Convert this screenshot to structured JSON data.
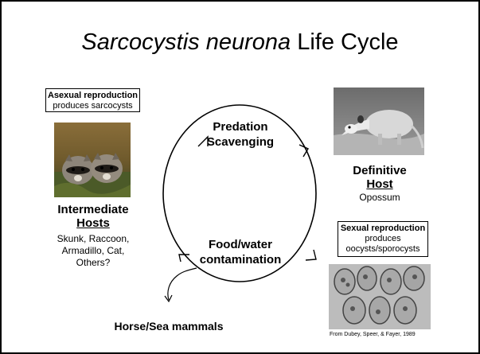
{
  "title": {
    "italic": "Sarcocystis neurona",
    "rest": " Life Cycle"
  },
  "asexual_box": {
    "heading": "Asexual reproduction",
    "text": "produces sarcocysts"
  },
  "intermediate": {
    "line1": "Intermediate",
    "line2": "Hosts",
    "hosts": [
      "Skunk, Raccoon,",
      "Armadillo, Cat,",
      "Others?"
    ]
  },
  "cycle": {
    "top_line1": "Predation",
    "top_line2": "Scavenging",
    "bottom_line1": "Food/water",
    "bottom_line2": "contamination"
  },
  "definitive": {
    "line1": "Definitive",
    "line2": "Host",
    "name": "Opossum"
  },
  "sexual_box": {
    "heading": "Sexual reproduction",
    "line2": "produces",
    "line3": "oocysts/sporocysts"
  },
  "dead_end": "Horse/Sea mammals",
  "credit": "From Dubey, Speer, & Fayer, 1989",
  "icons": [
    "raccoon-photo",
    "opossum-photo",
    "sporocyst-micrograph"
  ]
}
